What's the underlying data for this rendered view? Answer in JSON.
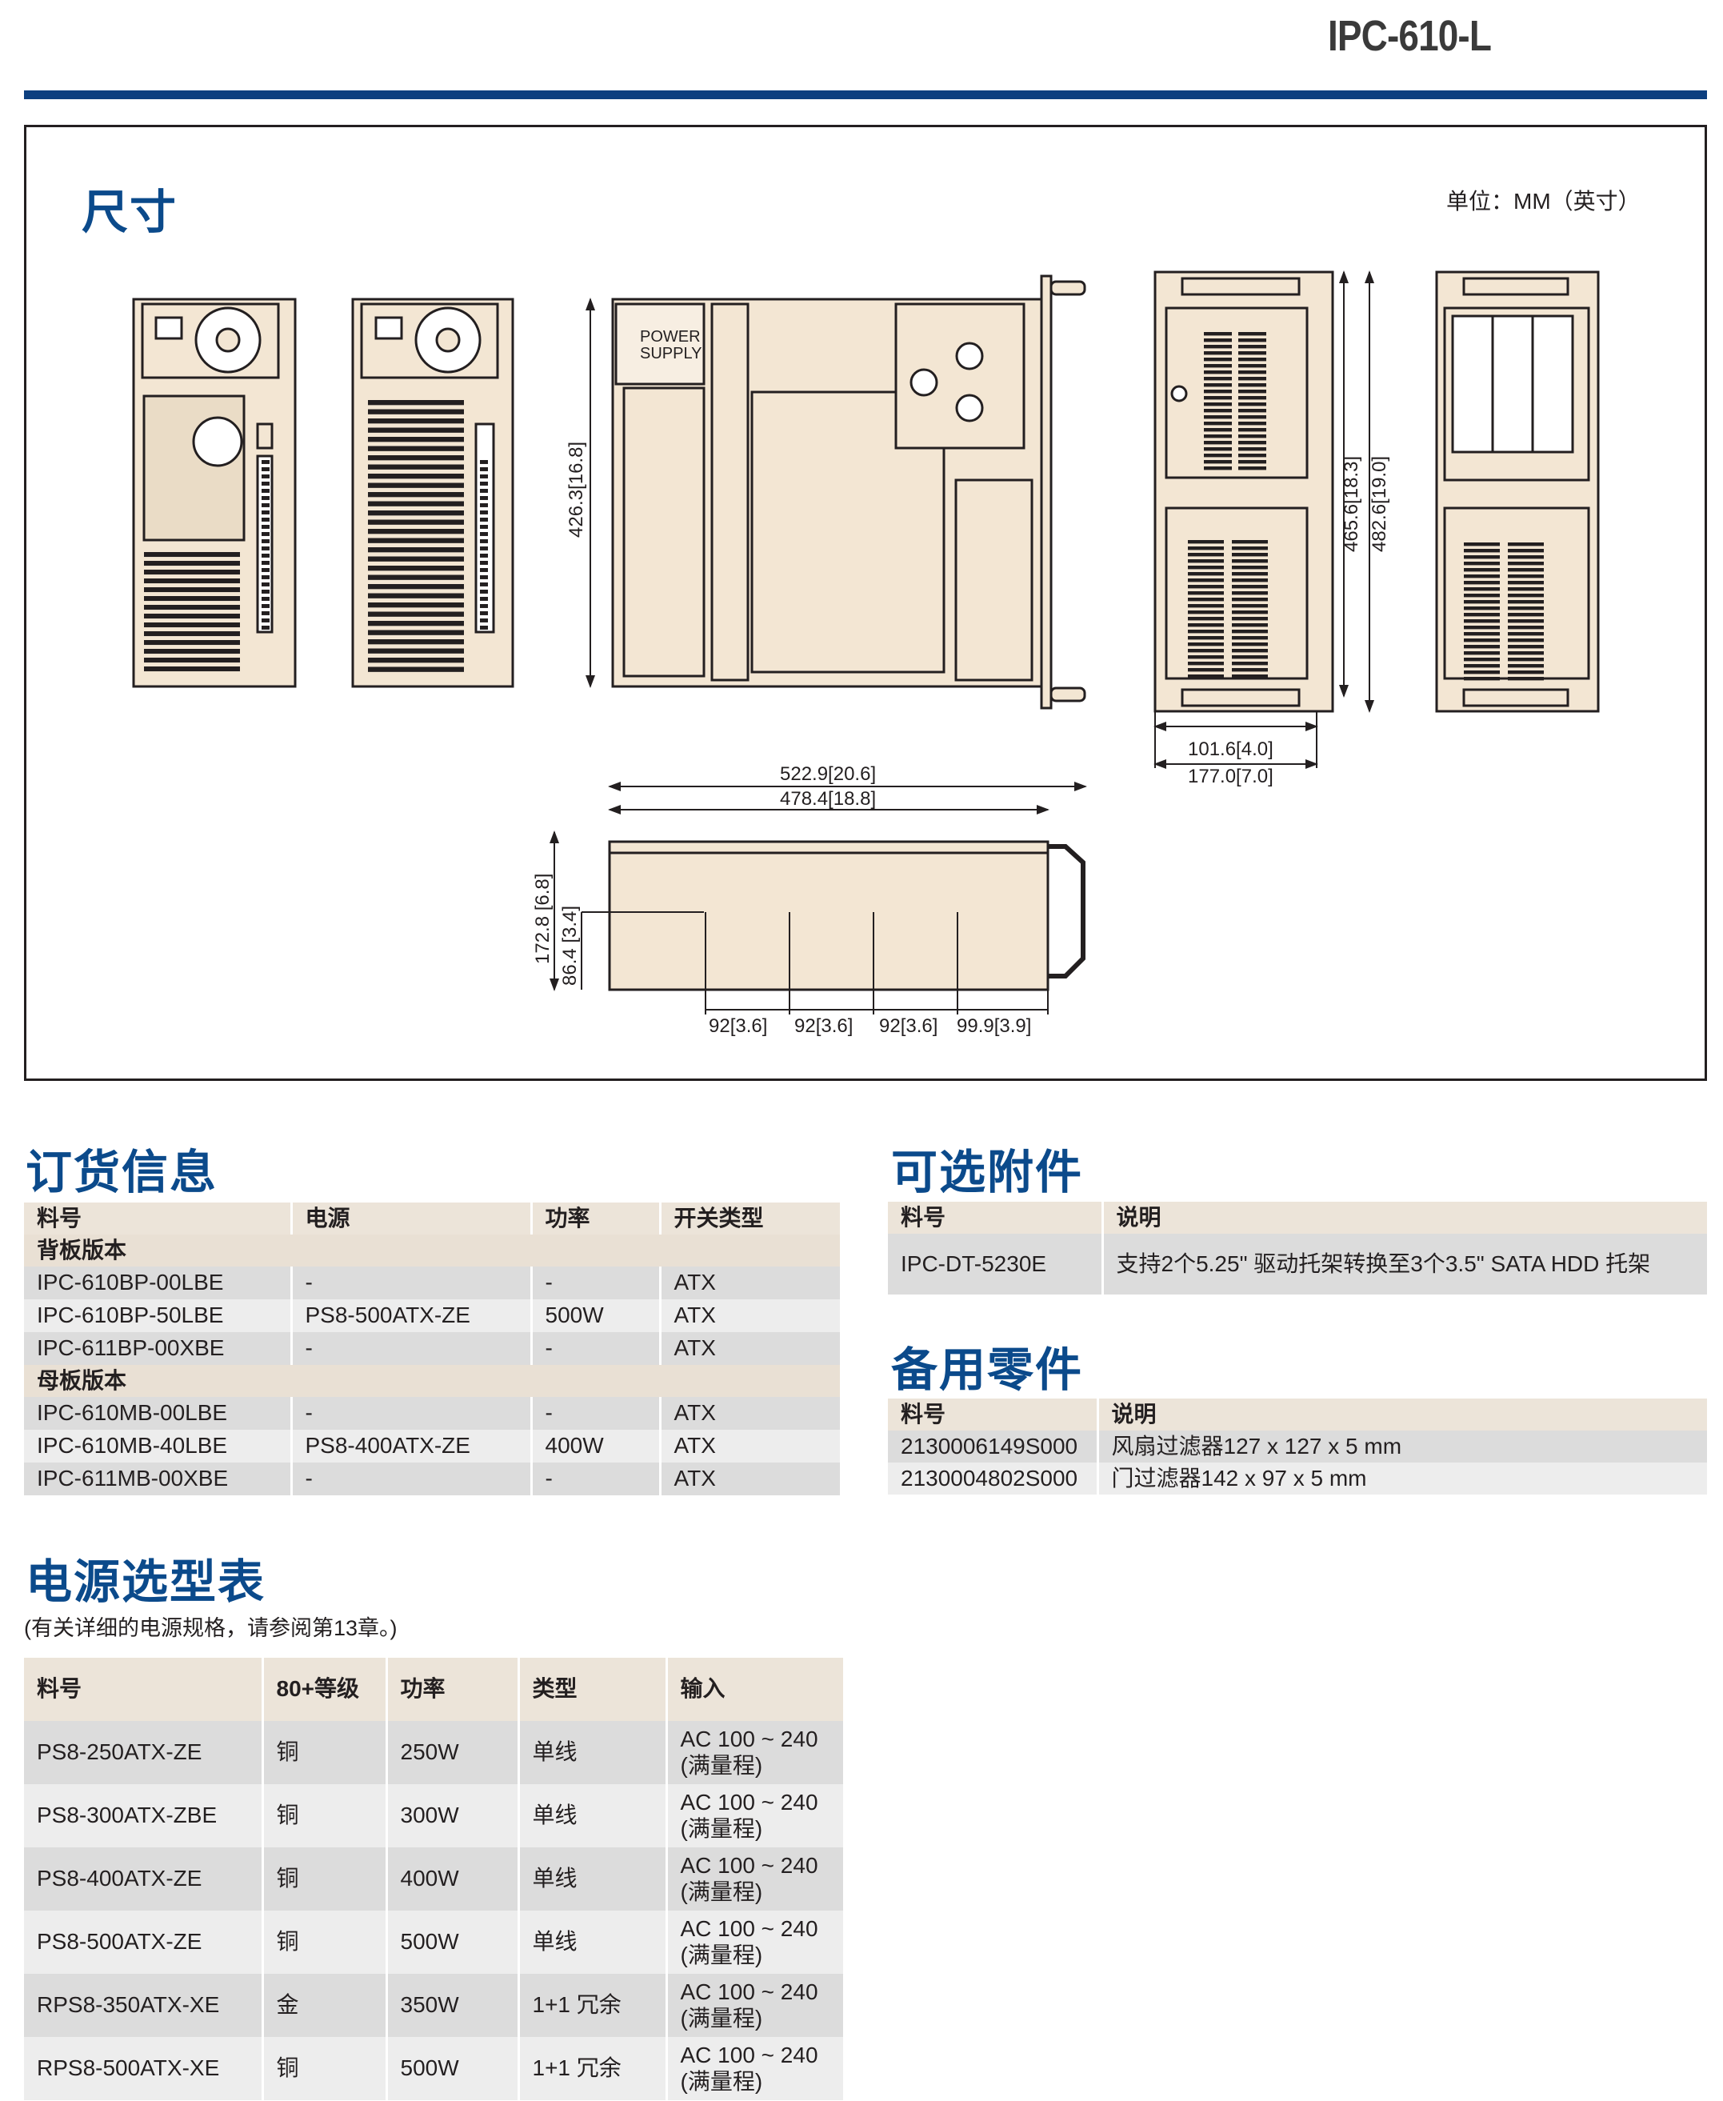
{
  "header": {
    "model": "IPC-610-L"
  },
  "dimensions": {
    "title": "尺寸",
    "unit": "单位：MM（英寸）",
    "power_supply_label": [
      "POWER",
      "SUPPLY"
    ],
    "labels": {
      "depth_top": "426.3[16.8]",
      "height_front": "465.6[18.3]",
      "height_total": "482.6[19.0]",
      "width_inner": "101.6[4.0]",
      "width_outer": "177.0[7.0]",
      "len_total": "522.9[20.6]",
      "len_body": "478.4[18.8]",
      "h_side": "172.8 [6.8]",
      "h_half": "86.4 [3.4]",
      "s1": "92[3.6]",
      "s2": "92[3.6]",
      "s3": "92[3.6]",
      "s4": "99.9[3.9]"
    }
  },
  "ordering": {
    "title": "订货信息",
    "headers": [
      "料号",
      "电源",
      "功率",
      "开关类型"
    ],
    "groups": [
      {
        "name": "背板版本",
        "rows": [
          [
            "IPC-610BP-00LBE",
            "-",
            "-",
            "ATX"
          ],
          [
            "IPC-610BP-50LBE",
            "PS8-500ATX-ZE",
            "500W",
            "ATX"
          ],
          [
            "IPC-611BP-00XBE",
            "-",
            "-",
            "ATX"
          ]
        ]
      },
      {
        "name": "母板版本",
        "rows": [
          [
            "IPC-610MB-00LBE",
            "-",
            "-",
            "ATX"
          ],
          [
            "IPC-610MB-40LBE",
            "PS8-400ATX-ZE",
            "400W",
            "ATX"
          ],
          [
            "IPC-611MB-00XBE",
            "-",
            "-",
            "ATX"
          ]
        ]
      }
    ]
  },
  "accessories": {
    "title": "可选附件",
    "headers": [
      "料号",
      "说明"
    ],
    "rows": [
      [
        "IPC-DT-5230E",
        "支持2个5.25\" 驱动托架转换至3个3.5\" SATA HDD 托架"
      ]
    ]
  },
  "spares": {
    "title": "备用零件",
    "headers": [
      "料号",
      "说明"
    ],
    "rows": [
      [
        "2130006149S000",
        "风扇过滤器127 x 127 x 5 mm"
      ],
      [
        "2130004802S000",
        "门过滤器142 x 97 x 5 mm"
      ]
    ]
  },
  "psu": {
    "title": "电源选型表",
    "note": "(有关详细的电源规格，请参阅第13章。)",
    "headers": [
      "料号",
      "80+等级",
      "功率",
      "类型",
      "输入"
    ],
    "rows": [
      [
        "PS8-250ATX-ZE",
        "铜",
        "250W",
        "单线",
        "AC 100 ~ 240 (满量程)"
      ],
      [
        "PS8-300ATX-ZBE",
        "铜",
        "300W",
        "单线",
        "AC 100 ~ 240 (满量程)"
      ],
      [
        "PS8-400ATX-ZE",
        "铜",
        "400W",
        "单线",
        "AC 100 ~ 240 (满量程)"
      ],
      [
        "PS8-500ATX-ZE",
        "铜",
        "500W",
        "单线",
        "AC 100 ~ 240 (满量程)"
      ],
      [
        "RPS8-350ATX-XE",
        "金",
        "350W",
        "1+1 冗余",
        "AC 100 ~ 240 (满量程)"
      ],
      [
        "RPS8-500ATX-XE",
        "铜",
        "500W",
        "1+1 冗余",
        "AC 100 ~ 240 (满量程)"
      ]
    ]
  }
}
